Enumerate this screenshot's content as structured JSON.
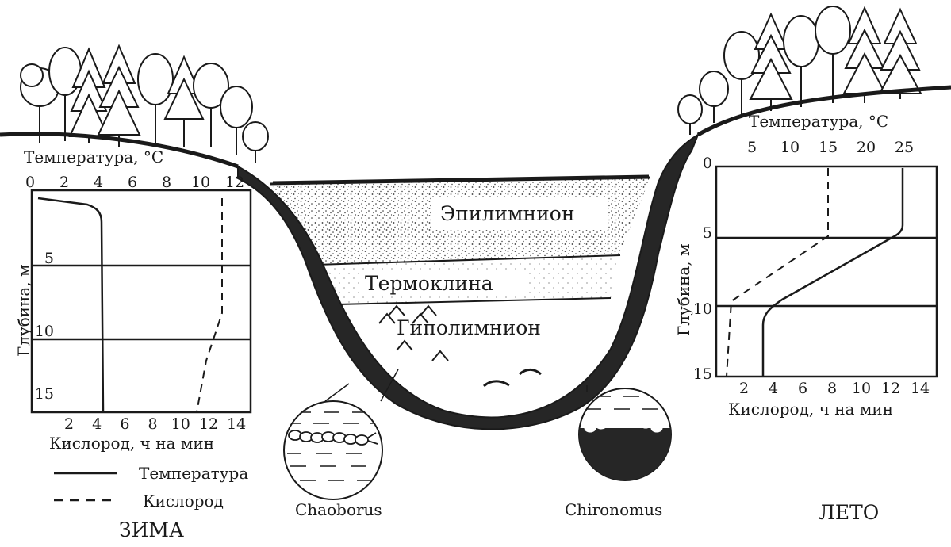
{
  "winter": {
    "season": "ЗИМА",
    "temp_axis_label": "Температура, °С",
    "temp_ticks": [
      0,
      2,
      4,
      6,
      8,
      10,
      12
    ],
    "oxygen_axis_label": "Кислород, ч на мин",
    "oxygen_ticks": [
      2,
      4,
      6,
      8,
      10,
      12,
      14
    ],
    "depth_axis_label": "Глубина, м",
    "depth_ticks": [
      5,
      10,
      15
    ]
  },
  "summer": {
    "season": "ЛЕТО",
    "temp_axis_label": "Температура, °С",
    "temp_ticks": [
      5,
      10,
      15,
      20,
      25
    ],
    "oxygen_axis_label": "Кислород, ч на мин",
    "oxygen_ticks": [
      2,
      4,
      6,
      8,
      10,
      12,
      14
    ],
    "depth_axis_label": "Глубина, м",
    "depth_ticks": [
      0,
      5,
      10,
      15
    ]
  },
  "lake": {
    "epilimnion": "Эпилимнион",
    "thermocline": "Термоклина",
    "hypolimnion": "Гиполимнион"
  },
  "legend": {
    "temperature": "Температура",
    "oxygen": "Кислород"
  },
  "organisms": {
    "left": "Chaoborus",
    "right": "Chironomus"
  },
  "colors": {
    "ink": "#1a1a1a",
    "basin": "#262626"
  }
}
